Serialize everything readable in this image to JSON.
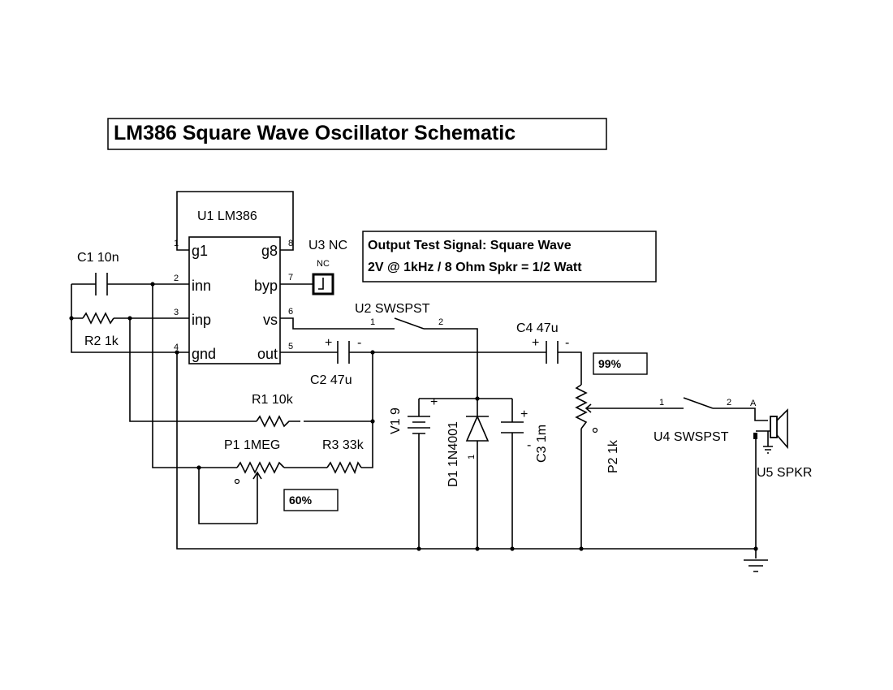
{
  "title": "LM386 Square Wave Oscillator Schematic",
  "note": {
    "line1": "Output Test Signal: Square Wave",
    "line2": "2V @ 1kHz / 8 Ohm Spkr = 1/2 Watt"
  },
  "components": {
    "u1": {
      "label": "U1 LM386",
      "pins": {
        "g1": "g1",
        "inn": "inn",
        "inp": "inp",
        "gnd": "gnd",
        "g8": "g8",
        "byp": "byp",
        "vs": "vs",
        "out": "out"
      },
      "pin_numbers": {
        "p1": "1",
        "p2": "2",
        "p3": "3",
        "p4": "4",
        "p5": "5",
        "p6": "6",
        "p7": "7",
        "p8": "8"
      }
    },
    "u3": {
      "label": "U3 NC",
      "sub": "NC"
    },
    "c1": {
      "label": "C1 10n"
    },
    "r2": {
      "label": "R2 1k"
    },
    "u2": {
      "label": "U2 SWSPST",
      "pin1": "1",
      "pin2": "2"
    },
    "c2": {
      "label": "C2 47u",
      "plus": "+",
      "minus": "-"
    },
    "c4": {
      "label": "C4 47u",
      "plus": "+",
      "minus": "-"
    },
    "r1": {
      "label": "R1 10k"
    },
    "p1": {
      "label": "P1 1MEG",
      "setting": "60%"
    },
    "r3": {
      "label": "R3 33k"
    },
    "v1": {
      "label": "V1 9",
      "plus": "+"
    },
    "d1": {
      "label": "D1 1N4001",
      "pin": "1"
    },
    "c3": {
      "label": "C3 1m",
      "plus": "+",
      "minus": "-"
    },
    "p2": {
      "label": "P2 1k",
      "setting": "99%"
    },
    "u4": {
      "label": "U4 SWSPST",
      "pin1": "1",
      "pin2": "2"
    },
    "u5": {
      "label": "U5 SPKR",
      "pinA": "A"
    }
  }
}
